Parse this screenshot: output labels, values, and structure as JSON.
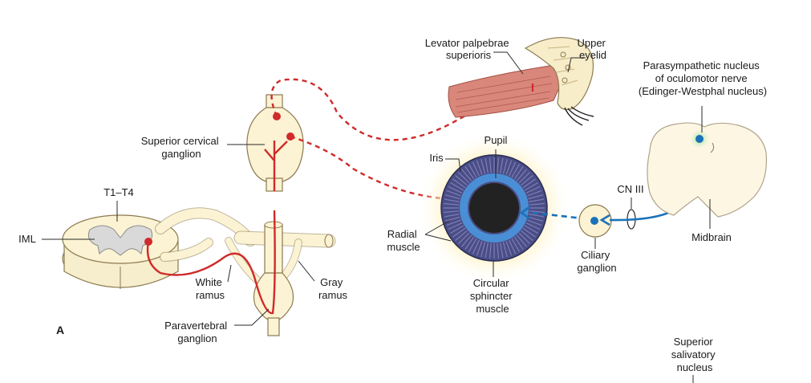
{
  "labels": {
    "levator": [
      "Levator palpebrae",
      "superioris"
    ],
    "upper_eyelid": [
      "Upper",
      "eyelid"
    ],
    "edinger": [
      "Parasympathetic nucleus",
      "of oculomotor nerve",
      "(Edinger-Westphal nucleus)"
    ],
    "superior_cervical": [
      "Superior cervical",
      "ganglion"
    ],
    "pupil": "Pupil",
    "iris": "Iris",
    "t1_t4": "T1–T4",
    "iml": "IML",
    "cn3": "CN III",
    "radial": [
      "Radial",
      "muscle"
    ],
    "white_ramus": [
      "White",
      "ramus"
    ],
    "gray_ramus": [
      "Gray",
      "ramus"
    ],
    "ciliary": [
      "Ciliary",
      "ganglion"
    ],
    "midbrain": "Midbrain",
    "circular": [
      "Circular",
      "sphincter",
      "muscle"
    ],
    "paravertebral": [
      "Paravertebral",
      "ganglion"
    ],
    "panel": "A",
    "salivatory": [
      "Superior",
      "salivatory",
      "nucleus"
    ]
  },
  "colors": {
    "sympathetic": "#d02a2a",
    "parasympathetic": "#1a72b8",
    "tissue": "#fbf3d3",
    "iris": "#4a4e86",
    "pupil_ring": "#4a8fd6"
  }
}
